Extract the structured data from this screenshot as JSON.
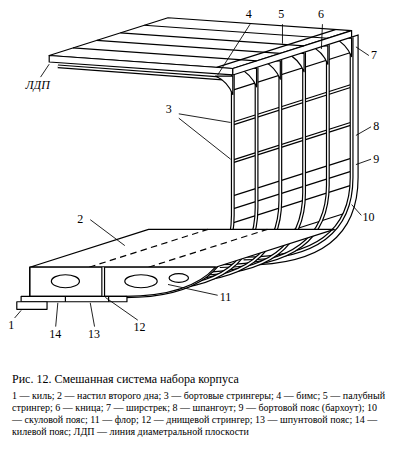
{
  "diagram": {
    "caption": "Рис. 12. Смешанная система набора корпуса",
    "labels": [
      "4",
      "5",
      "6",
      "7",
      "3",
      "8",
      "9",
      "ЛДП",
      "2",
      "10",
      "1",
      "11",
      "13",
      "12",
      "14",
      "1 — киль; 2 — настил второго дна; 3 — бортовые стрингеры; 4 — бимс; 5 — палубный стрингер; 6 — кница; 7 — ширстрек; 8 — шпангоут; 9 — бортовой пояс (бархоут); 10 — скуловой пояс; 11 — флор; 12 — днищевой стрингер; 13 — шпунтовой пояс; 14 — килевой пояс; ЛДП — линия диаметральной плоскости"
    ]
  }
}
